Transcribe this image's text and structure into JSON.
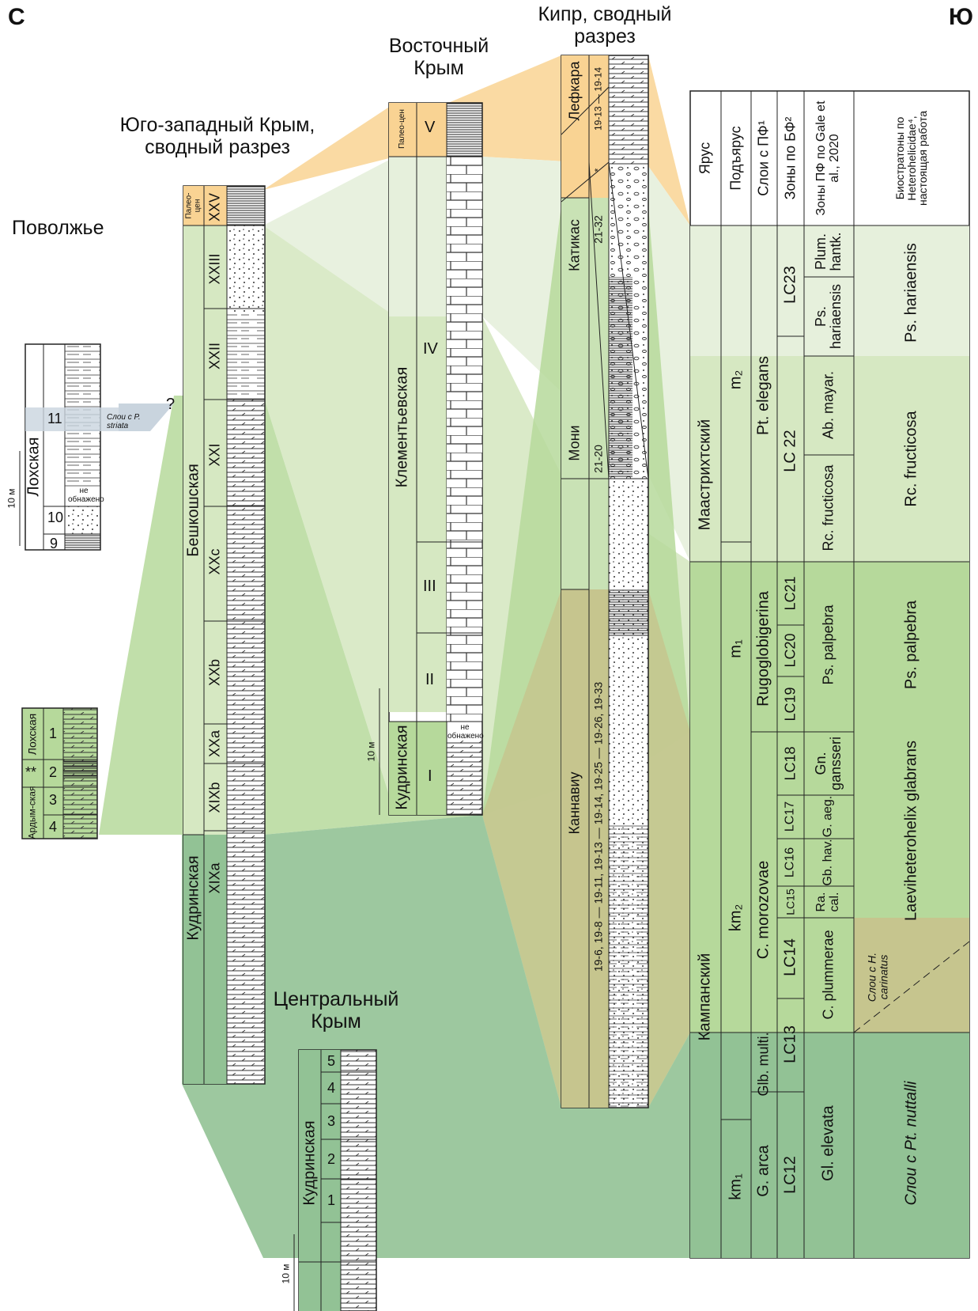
{
  "directions": {
    "north": "С",
    "south": "Ю"
  },
  "titles": {
    "povolzhye": "Поволжье",
    "sw_crimea": "Юго-западный Крым, сводный разрез",
    "east_crimea": "Восточный Крым",
    "cyprus": "Кипр, сводный разрез",
    "central_crimea": "Центральный Крым"
  },
  "scale_label": "10 м",
  "povolzhye_upper": {
    "formation": "Лохская",
    "layers": [
      "11",
      "10",
      "9"
    ],
    "not_exposed": "не обнажено",
    "beds_label": "Слои с P. striata",
    "question": "?"
  },
  "povolzhye_lower": {
    "formation_top": "Лохская",
    "formation_bottom": "Ардым-ская",
    "layers": [
      "1",
      "2",
      "3",
      "4"
    ],
    "marker": "**"
  },
  "sw": {
    "paleocene": "Палео-цен",
    "formations": [
      "Бешкошская",
      "Кудринская"
    ],
    "units": [
      "XXV",
      "XXIII",
      "XXII",
      "XXI",
      "XXc",
      "XXb",
      "XXa",
      "XIXb",
      "XIXa"
    ]
  },
  "east": {
    "paleocene": "Палео-цен",
    "formations": [
      "Клементьевская",
      "Кудринская"
    ],
    "units": [
      "V",
      "IV",
      "III",
      "II",
      "I"
    ],
    "not_exposed": "не обнажено"
  },
  "cyprus": {
    "formations": [
      "Лефкара",
      "Катикас",
      "Мони",
      "Каннавиу"
    ],
    "samples": [
      "19-13 — 19-14",
      "21-32",
      "21-20",
      "19-6, 19-8 — 19-11, 19-13 — 19-14, 19-25 — 19-26, 19-33"
    ],
    "marker": "*"
  },
  "central": {
    "formation": "Кудринская",
    "layers": [
      "5",
      "4",
      "3",
      "2",
      "1"
    ]
  },
  "scheme": {
    "headers": [
      "Ярус",
      "Подъярус",
      "Слои с ПФ¹",
      "Зоны по БФ²",
      "Зоны ПФ по Gale et al., 2020",
      "Биостратоны по Heterohelicidae⁴, настоящая работа"
    ],
    "stages": [
      "Маастрихтский",
      "Кампанский"
    ],
    "substages": [
      "m₂",
      "m₁",
      "km₂",
      "km₁"
    ],
    "pf_beds": [
      "Pt. elegans",
      "Rugoglobigerina",
      "C. morozovae",
      "Glb. multi.",
      "G. arca"
    ],
    "bf_zones": [
      "LC23",
      "LC 22",
      "LC21",
      "LC20",
      "LC19",
      "LC18",
      "LC17",
      "LC16",
      "LC15",
      "LC14",
      "LC13",
      "LC12"
    ],
    "gale_zones": [
      "Plum. hantk.",
      "Ps. hariaensis",
      "Ab. mayar.",
      "Rc. fructicosa",
      "Ps. palpebra",
      "Gn. gansseri",
      "G. aeg.",
      "Gb. hav.",
      "Ra. cal.",
      "C. plummerae",
      "Gl. elevata"
    ],
    "hetero_zones": [
      "Ps. hariaensis",
      "Rc. fructicosa",
      "Ps. palpebra",
      "Laeviheterohelix glabrans",
      "Слои с H. carinatus",
      "Слои с Pt. nuttalli"
    ]
  },
  "colors": {
    "paleocene": "#f9d393",
    "pale": "#e6f0dc",
    "light": "#d6e8c2",
    "mid": "#b6d99b",
    "dark": "#92c295",
    "olive": "#c6c58e",
    "header": "#ffffff"
  }
}
